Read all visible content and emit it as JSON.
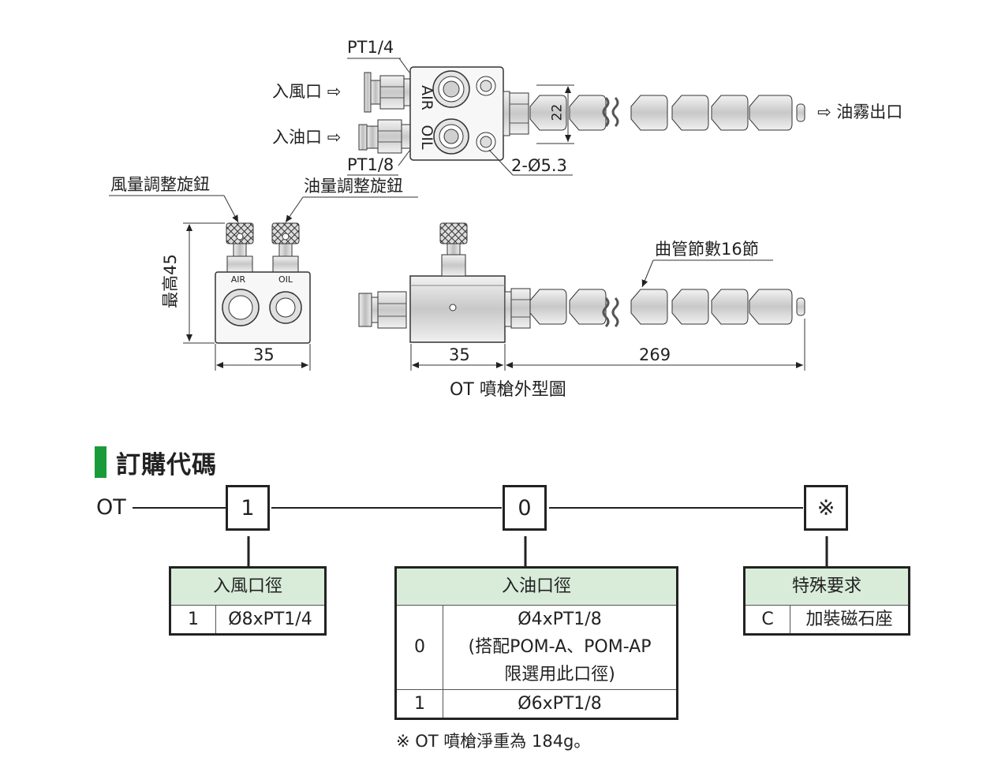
{
  "drawing": {
    "pt14": "PT1/4",
    "pt18": "PT1/8",
    "air_inlet": "入風口 ⇨",
    "oil_inlet": "入油口 ⇨",
    "air_mark": "AIR",
    "oil_mark": "OIL",
    "dim_22": "22",
    "holes": "2-Ø5.3",
    "mist_out": "⇨ 油霧出口",
    "air_knob": "風量調整旋鈕",
    "oil_knob": "油量調整旋鈕",
    "max_height": "最高45",
    "dim_35_a": "35",
    "dim_35_b": "35",
    "dim_269": "269",
    "segments": "曲管節數16節",
    "caption": "OT 噴槍外型圖"
  },
  "order": {
    "title": "訂購代碼",
    "prefix": "OT",
    "codes": [
      "1",
      "0",
      "※"
    ],
    "air_table": {
      "header": "入風口徑",
      "rows": [
        [
          "1",
          "Ø8xPT1/4"
        ]
      ]
    },
    "oil_table": {
      "header": "入油口徑",
      "rows": [
        [
          "0",
          "Ø4xPT1/8\n(搭配POM-A、POM-AP\n限選用此口徑)"
        ],
        [
          "1",
          "Ø6xPT1/8"
        ]
      ]
    },
    "special_table": {
      "header": "特殊要求",
      "rows": [
        [
          "C",
          "加裝磁石座"
        ]
      ]
    },
    "note": "※ OT 噴槍淨重為 184g。"
  },
  "colors": {
    "accent": "#1a9b3a",
    "header_bg": "#d8ecd9",
    "line": "#222222"
  }
}
